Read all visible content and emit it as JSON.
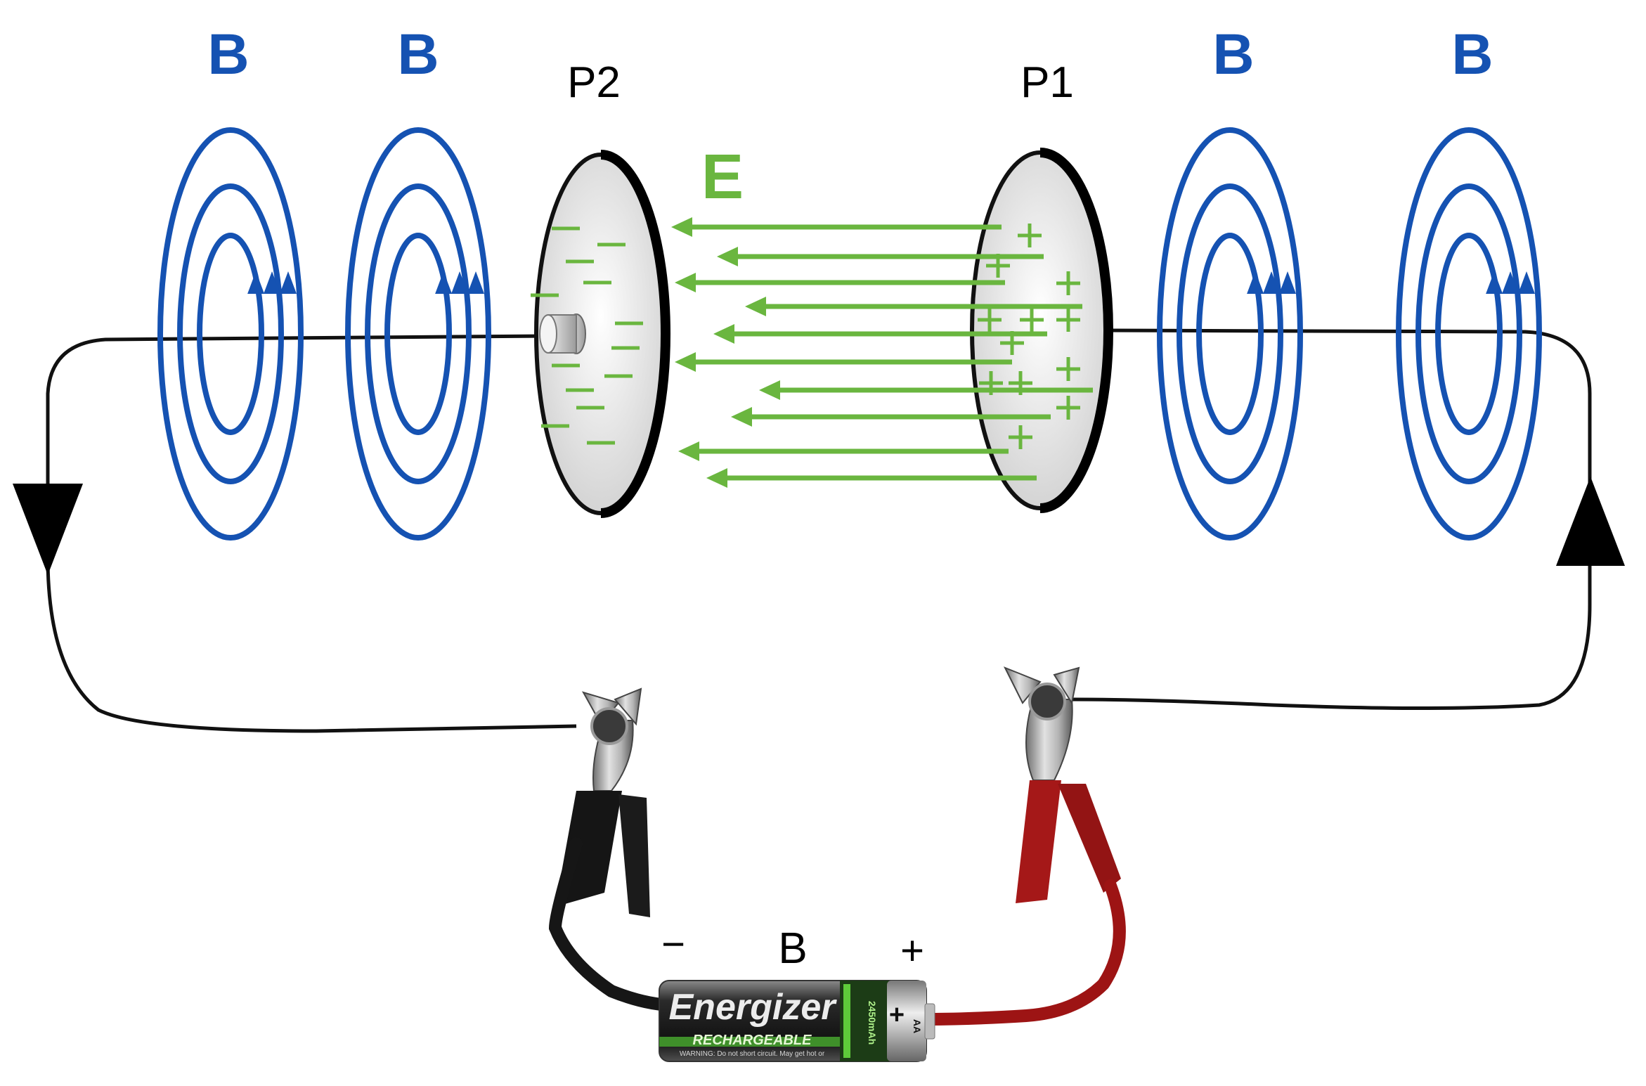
{
  "labels": {
    "b_field": "B",
    "plate_left": "P2",
    "plate_right": "P1",
    "e_field": "E",
    "battery_minus": "−",
    "battery_label": "B",
    "battery_plus": "+"
  },
  "charges": {
    "negative": "−",
    "positive": "+"
  },
  "battery": {
    "brand": "Energizer",
    "type": "RECHARGEABLE",
    "capacity": "2450mAh",
    "size": "AA",
    "plus_mark": "+",
    "warning": "WARNING: Do not short circuit. May get hot or"
  },
  "colors": {
    "b_field": "#1552b2",
    "e_field": "#6ab63f",
    "wire": "#111111",
    "clip_black": "#1a1a1a",
    "clip_red": "#a51818",
    "plate_fill": "#e4e4e4"
  },
  "icons": {
    "current_arrow_left": "triangle-down",
    "current_arrow_right": "triangle-up",
    "clip": "alligator-clip"
  }
}
